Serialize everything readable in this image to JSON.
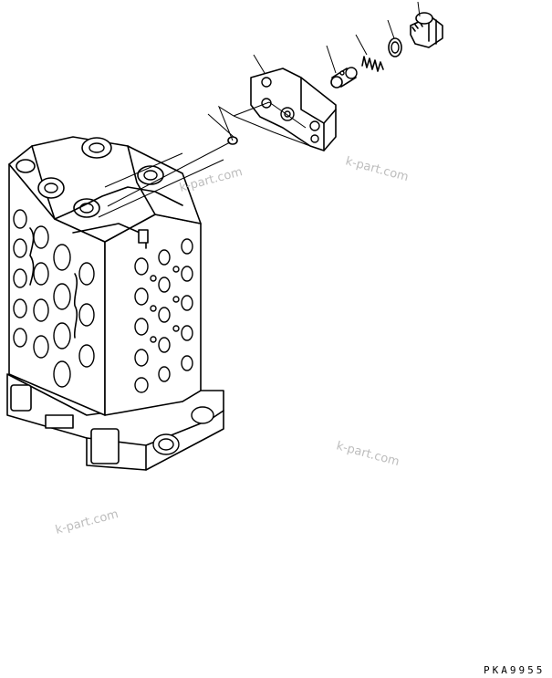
{
  "watermarks": [
    "k-part.com",
    "k-part.com",
    "k-part.com",
    "k-part.com"
  ],
  "drawing_code": "PKA9955"
}
